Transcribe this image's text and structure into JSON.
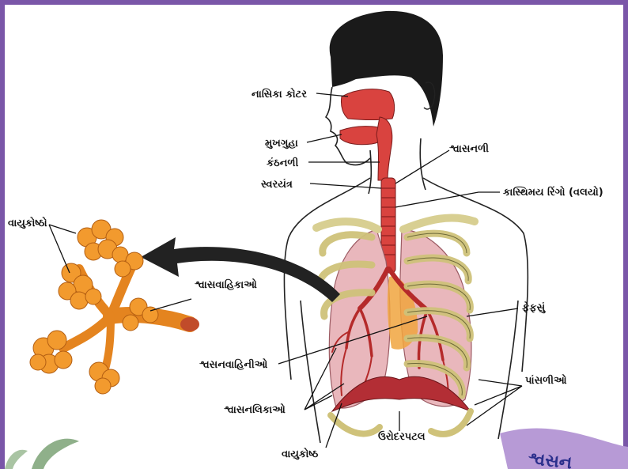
{
  "labels": {
    "nasal_cavity": "નાસિકા કોટર",
    "oral_cavity": "મુખગુહા",
    "pharynx": "કંઠનળી",
    "larynx": "સ્વરયંત્ર",
    "trachea": "શ્વાસનળી",
    "cartilage_rings": "કાસ્થિમય રિંગો (વલયો)",
    "alveoli_cluster": "વાયુકોષ્ઠો",
    "bronchioles_inset": "શ્વાસવાહિકાઓ",
    "lungs": "ફેફસું",
    "bronchi": "શ્વસનવાહિનીઓ",
    "ribs": "પાંસળીઓ",
    "bronchioles": "શ્વાસનલિકાઓ",
    "diaphragm": "ઉરોદરપટલ",
    "alveolus": "વાયુકોષ્ઠ"
  },
  "banner": {
    "text": "શ્વસન"
  },
  "colors": {
    "frame": "#7a56a8",
    "tissue_red": "#d9433f",
    "lung_pink": "#e9b7bc",
    "rib_cream": "#e6dfa4",
    "alveoli_orange": "#f29a2e",
    "hair": "#1a1a1a",
    "banner": "#b79ad6",
    "leaf": "#8fb08a"
  }
}
